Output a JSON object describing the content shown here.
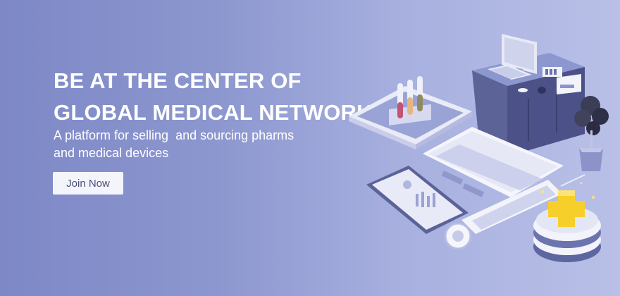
{
  "banner": {
    "headline_line1": "BE AT THE CENTER OF",
    "headline_line2": "GLOBAL MEDICAL NETWORK",
    "subtitle_line1": "A platform for selling  and sourcing pharms",
    "subtitle_line2": "and medical devices",
    "cta_label": "Join Now"
  },
  "colors": {
    "background_start": "#7d88c6",
    "background_end": "#b9c0e7",
    "text": "#ffffff",
    "button_bg": "#f4f5fb",
    "button_text": "#4b4f7a",
    "accent_yellow": "#f7cf2a"
  },
  "illustration": {
    "icons": [
      "tablet-icon",
      "test-tubes-icon",
      "desk-icon",
      "monitor-icon",
      "keyboard-icon",
      "plant-icon",
      "clipboard-icon",
      "document-icon",
      "syringe-icon",
      "medical-cross-icon"
    ]
  }
}
